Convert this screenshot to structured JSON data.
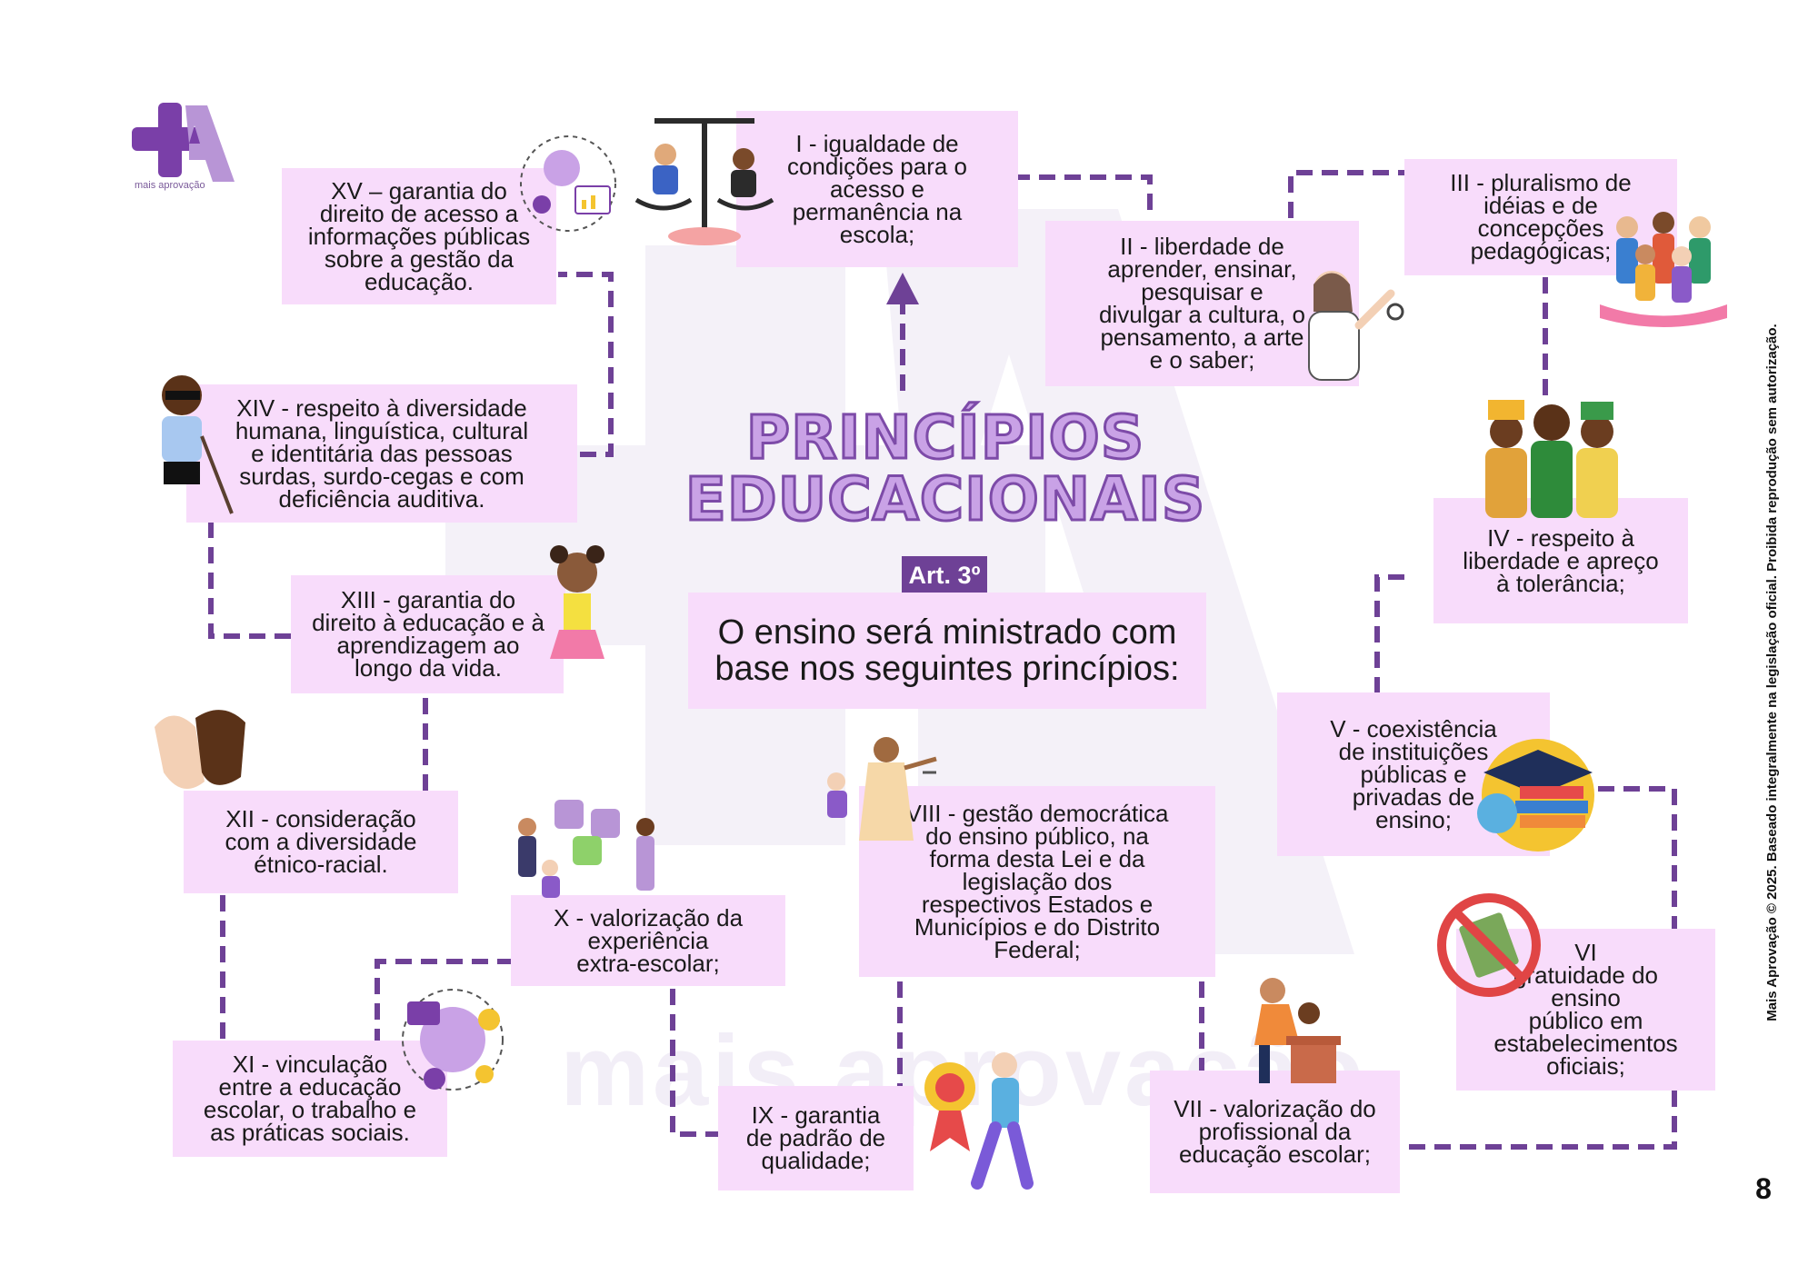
{
  "logo": {
    "text": "mais aprovação"
  },
  "watermark": {
    "text": "mais aprovação"
  },
  "title": {
    "line1": "PRINCÍPIOS",
    "line2": "EDUCACIONAIS"
  },
  "article": "Art. 3º",
  "intro": "O ensino será ministrado com\nbase nos seguintes princípios:",
  "principles": {
    "i": "I - igualdade de\ncondições para o\nacesso e\npermanência na\nescola;",
    "ii": "II - liberdade de\naprender, ensinar,\npesquisar e\ndivulgar a cultura, o\npensamento, a arte\ne o saber;",
    "iii": "III - pluralismo de\nidéias e de\nconcepções\npedagógicas;",
    "iv": "IV - respeito à\nliberdade e apreço\nà tolerância;",
    "v": "V - coexistência\nde instituições\npúblicas e\nprivadas de\nensino;",
    "vi": "VI\ngratuidade do\nensino\npúblico em\nestabelecimentos\noficiais;",
    "vii": "VII - valorização do\nprofissional da\neducação escolar;",
    "viii": "VIII - gestão democrática\ndo ensino público, na\nforma desta Lei e da\nlegislação dos\nrespectivos Estados e\nMunicípios e do Distrito\nFederal;",
    "ix": "IX - garantia\nde padrão de\nqualidade;",
    "x": "X - valorização da\nexperiência\nextra-escolar;",
    "xi": "XI - vinculação\nentre a educação\nescolar, o trabalho e\nas práticas sociais.",
    "xii": "XII - consideração\ncom a diversidade\nétnico-racial.",
    "xiii": "XIII - garantia do\ndireito à educação e à\naprendizagem ao\nlongo da vida.",
    "xiv": "XIV - respeito à diversidade\nhumana, linguística, cultural\ne identitária das pessoas\nsurdas, surdo-cegas e com\ndeficiência auditiva.",
    "xv": "XV – garantia do\ndireito de acesso a\ninformações públicas\nsobre a gestão da\neducação."
  },
  "side_note": "Mais Aprovação © 2025. Baseado integralmente na legislação oficial. Proibida reprodução sem autorização.",
  "page_number": "8",
  "colors": {
    "box": "#f8dcfb",
    "line": "#6e4196",
    "title_fill": "#c9a2e6",
    "title_stroke": "#7d4ba8"
  },
  "icons": [
    "scales-icon",
    "teacher-woman-icon",
    "diverse-people-icon",
    "african-people-icon",
    "graduation-books-icon",
    "no-money-icon",
    "teacher-student-icon",
    "justice-lady-icon",
    "award-ribbon-icon",
    "puzzle-people-icon",
    "career-circle-icon",
    "hands-icon",
    "girl-icon",
    "blind-boy-icon",
    "public-info-icon"
  ]
}
